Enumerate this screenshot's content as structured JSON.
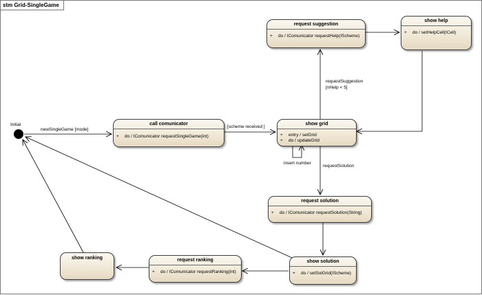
{
  "frame": {
    "title": "stm Grid-SingleGame"
  },
  "initial": {
    "label": "Initial"
  },
  "states": {
    "call_comunicator": {
      "name": "call comunicator",
      "rows": [
        {
          "vis": "+",
          "text": "do / IComunicator requestSingleGame(int)"
        }
      ]
    },
    "show_grid": {
      "name": "show grid",
      "rows": [
        {
          "vis": "+",
          "text": "entry / setGrid"
        },
        {
          "vis": "+",
          "text": "do / updateGrid"
        }
      ]
    },
    "request_suggestion": {
      "name": "request suggestion",
      "rows": [
        {
          "vis": "+",
          "text": "do / IComunicator requestHelp(IScheme)"
        }
      ]
    },
    "show_help": {
      "name": "show help",
      "rows": [
        {
          "vis": "+",
          "text": "do / setHelpCell(ICell)"
        }
      ]
    },
    "request_solution": {
      "name": "request solution",
      "rows": [
        {
          "vis": "+",
          "text": "do / IComunicator requestSolution(String)"
        }
      ]
    },
    "show_solution": {
      "name": "show solution",
      "rows": [
        {
          "vis": "+",
          "text": "do / setSolGrid(IScheme)"
        }
      ]
    },
    "request_ranking": {
      "name": "request ranking",
      "rows": [
        {
          "vis": "+",
          "text": "do / IComunicator requestRanking(int)"
        }
      ]
    },
    "show_ranking": {
      "name": "show ranking",
      "rows": []
    }
  },
  "transitions": {
    "new_single_game": "newSingleGame [mode]",
    "scheme_received": "[scheme received ]",
    "request_suggestion_line1": "requestSuggestion",
    "request_suggestion_line2": "[nHelp < 5]",
    "insert_number": "insert number",
    "request_solution": "requestSolution"
  }
}
